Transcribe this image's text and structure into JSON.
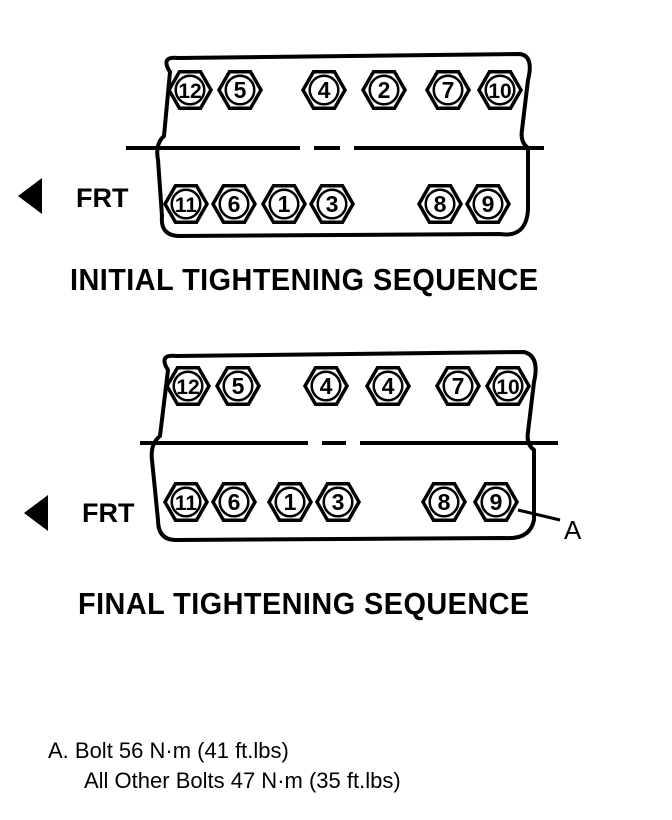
{
  "diagrams": [
    {
      "heading": "INITIAL TIGHTENING SEQUENCE",
      "front_label": "FRT",
      "upper_bolts": [
        "12",
        "5",
        "4",
        "2",
        "7",
        "10"
      ],
      "lower_bolts": [
        "11",
        "6",
        "1",
        "3",
        "8",
        "9"
      ]
    },
    {
      "heading": "FINAL TIGHTENING SEQUENCE",
      "front_label": "FRT",
      "upper_bolts": [
        "12",
        "5",
        "4",
        "4",
        "7",
        "10"
      ],
      "lower_bolts": [
        "11",
        "6",
        "1",
        "3",
        "8",
        "9"
      ],
      "callout": "A"
    }
  ],
  "note": {
    "line1": "A.  Bolt 56 N·m (41 ft.lbs)",
    "line2": "All Other Bolts 47 N·m (35 ft.lbs)"
  }
}
